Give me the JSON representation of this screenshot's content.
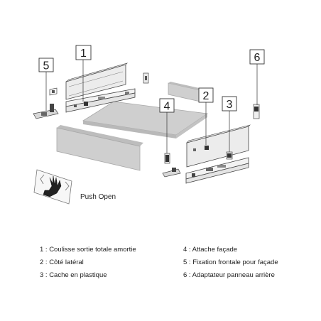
{
  "callouts": [
    "1",
    "2",
    "3",
    "4",
    "5",
    "6"
  ],
  "push_open_label": "Push Open",
  "legend": [
    "1 : Coulisse sortie totale amortie",
    "2 : Côté latéral",
    "3 : Cache en plastique",
    "4 : Attache façade",
    "5 : Fixation frontale pour façade",
    "6 : Adaptateur panneau arrière"
  ],
  "colors": {
    "panel_fill": "#d0d0d0",
    "panel_edge": "#9a9a9a",
    "metal": "#e8e8e8",
    "outline": "#444444",
    "dark_part": "#333333"
  }
}
